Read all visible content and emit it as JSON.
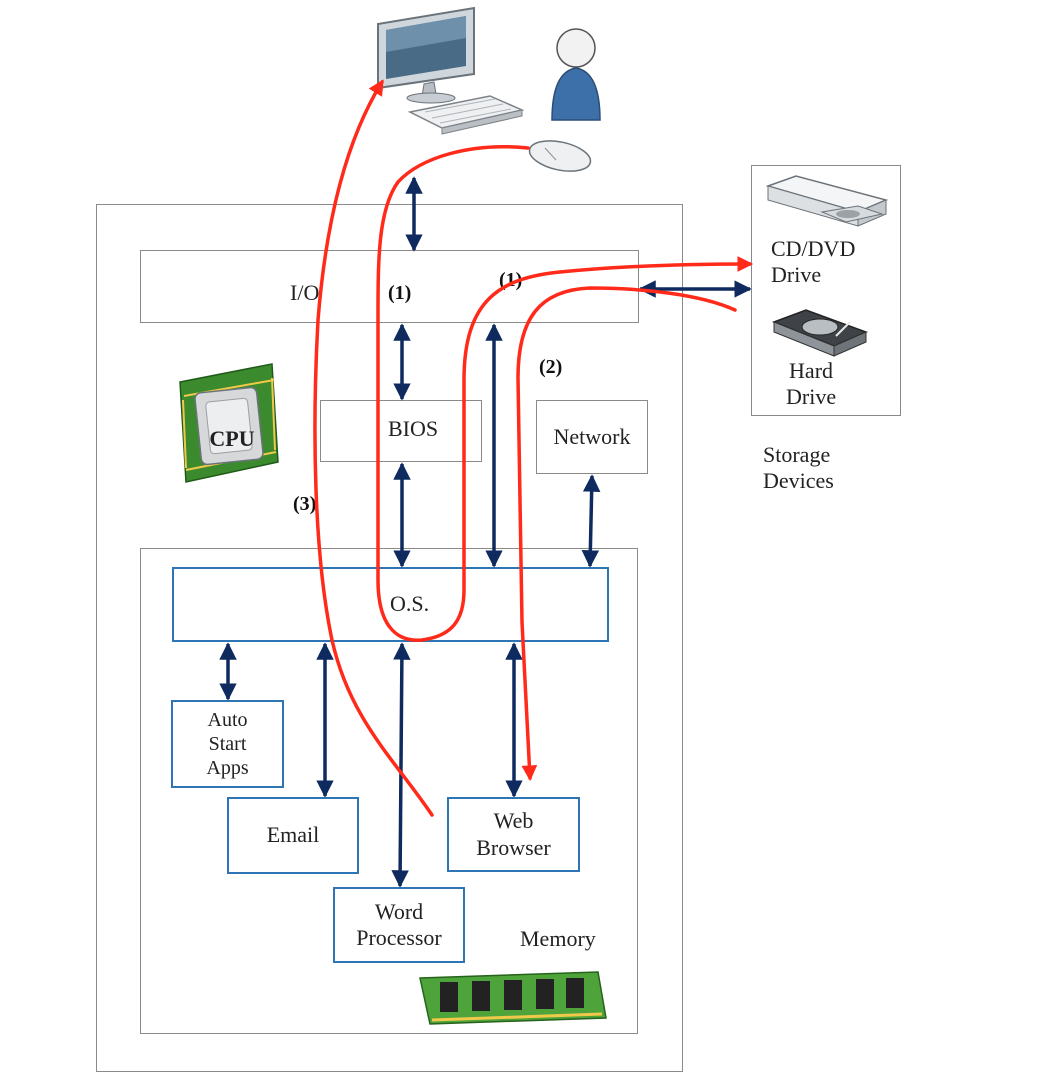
{
  "io": {
    "label": "I/O"
  },
  "bios": {
    "label": "BIOS"
  },
  "network": {
    "label": "Network"
  },
  "os": {
    "label": "O.S."
  },
  "cpu": {
    "label": "CPU"
  },
  "memory": {
    "label": "Memory"
  },
  "apps": {
    "auto_start": [
      "Auto",
      "Start",
      "Apps"
    ],
    "email": "Email",
    "web_browser": [
      "Web",
      "Browser"
    ],
    "word_processor": [
      "Word",
      "Processor"
    ]
  },
  "storage": {
    "cd_dvd": [
      "CD/DVD",
      "Drive"
    ],
    "hard_drive": [
      "Hard",
      "Drive"
    ],
    "caption": [
      "Storage",
      "Devices"
    ]
  },
  "steps": {
    "s1a": "(1)",
    "s1b": "(1)",
    "s2": "(2)",
    "s3": "(3)"
  },
  "colors": {
    "accent_blue": "#2e75b6",
    "arrow_navy": "#0f2a5e",
    "path_red": "#ff2a1a"
  }
}
